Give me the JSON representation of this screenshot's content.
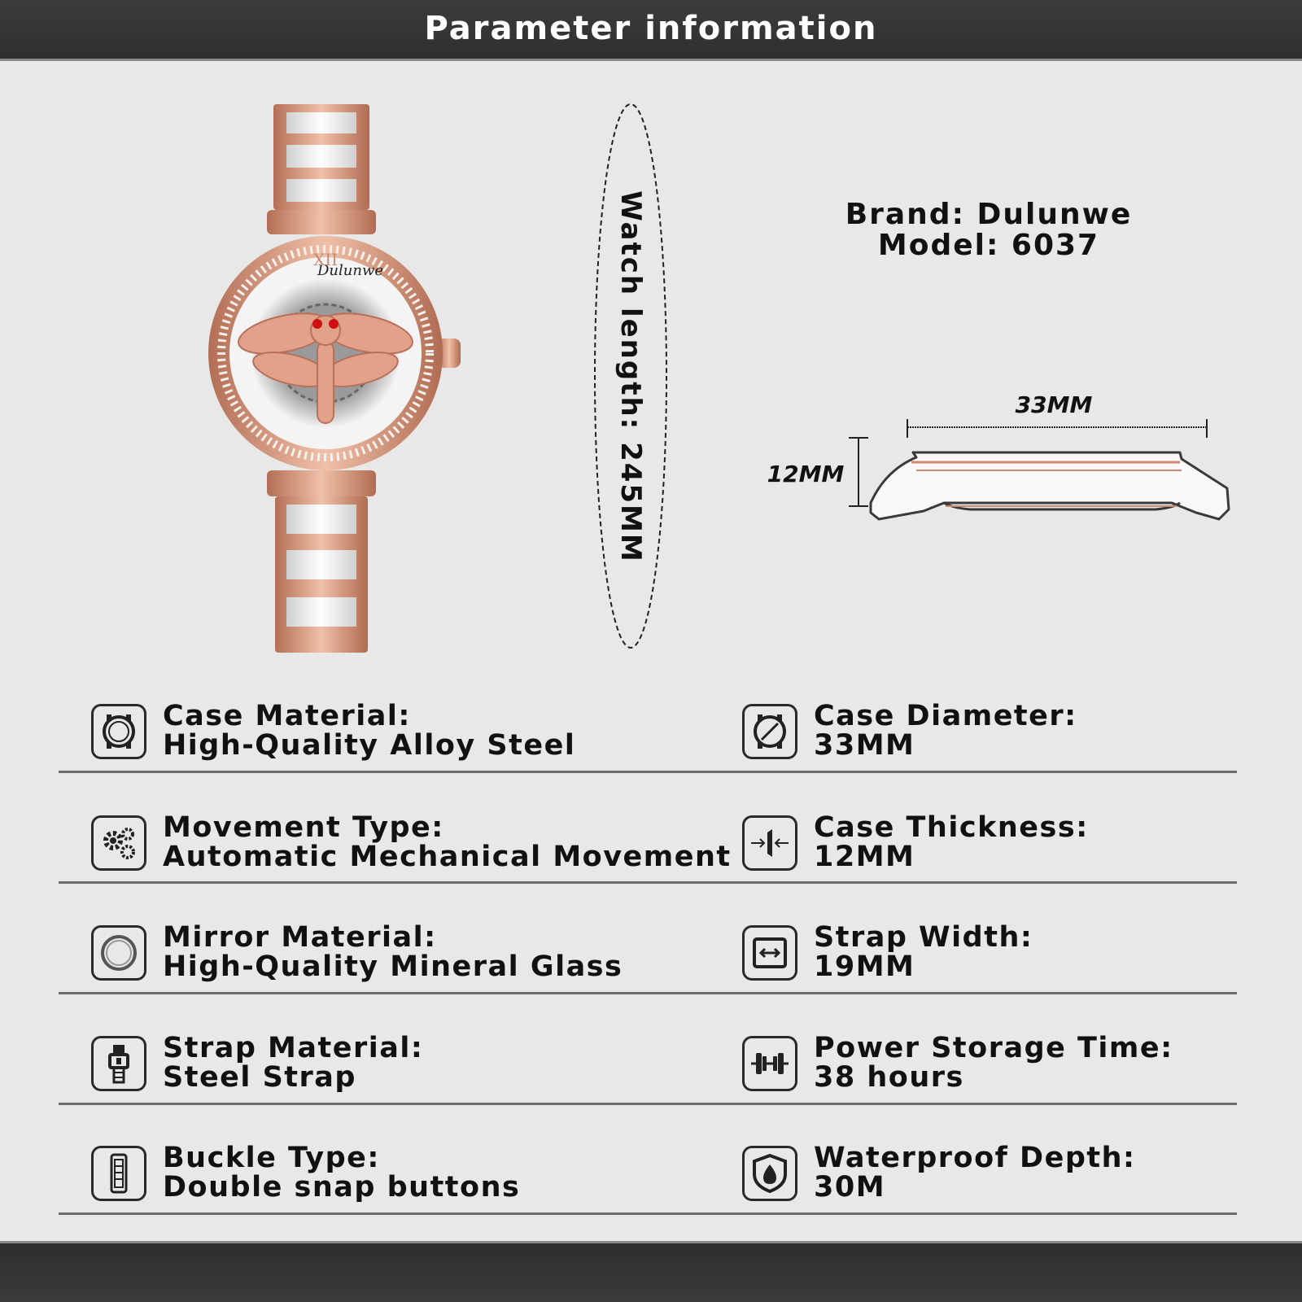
{
  "header": {
    "title": "Parameter information"
  },
  "watch": {
    "logo_text": "Dulunwe"
  },
  "length": {
    "text": "Watch length: 245MM"
  },
  "brand": {
    "brand_line": "Brand: Dulunwe",
    "model_line": "Model: 6037"
  },
  "dimensions": {
    "diameter": "33MM",
    "thickness": "12MM"
  },
  "specs": [
    {
      "label": "Case Material:",
      "value": "High-Quality Alloy Steel",
      "icon": "case-icon"
    },
    {
      "label": "Case Diameter:",
      "value": "33MM",
      "icon": "case-diameter-icon"
    },
    {
      "label": "Movement Type:",
      "value": "Automatic Mechanical Movement",
      "icon": "gears-icon"
    },
    {
      "label": "Case Thickness:",
      "value": "12MM",
      "icon": "thickness-icon"
    },
    {
      "label": "Mirror Material:",
      "value": "High-Quality Mineral Glass",
      "icon": "mirror-icon"
    },
    {
      "label": "Strap Width:",
      "value": "19MM",
      "icon": "strap-width-icon"
    },
    {
      "label": "Strap Material:",
      "value": "Steel Strap",
      "icon": "strap-icon"
    },
    {
      "label": "Power Storage Time:",
      "value": "38 hours",
      "icon": "power-storage-icon"
    },
    {
      "label": "Buckle Type:",
      "value": "Double snap buttons",
      "icon": "buckle-icon"
    },
    {
      "label": "Waterproof Depth:",
      "value": "30M",
      "icon": "waterproof-shield-icon"
    }
  ],
  "colors": {
    "rose_gold": "#c98a70",
    "steel_white": "#f2f2f2",
    "bar_dark": "#353535"
  }
}
